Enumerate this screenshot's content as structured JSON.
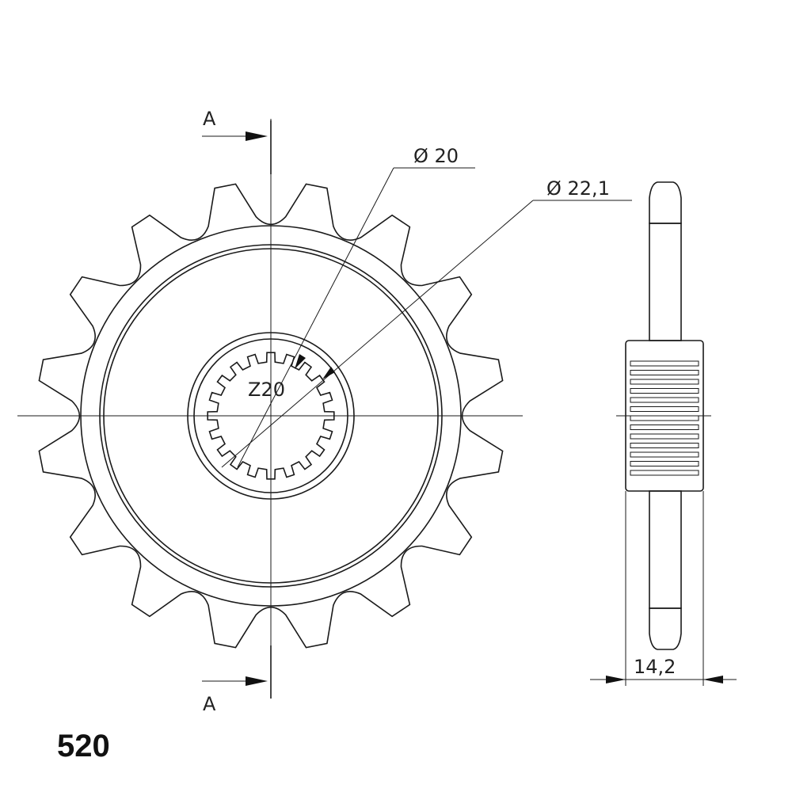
{
  "section_marker_top": "A",
  "section_marker_bottom": "A",
  "dim_inner_diameter": "Ø 20",
  "dim_outer_spline_diameter": "Ø 22,1",
  "spline_teeth_label": "Z20",
  "thickness_dim": "14,2",
  "chain_pitch_label": "520",
  "sprocket_teeth": 16,
  "spline_teeth": 20,
  "line_color": "#1a1a1a"
}
